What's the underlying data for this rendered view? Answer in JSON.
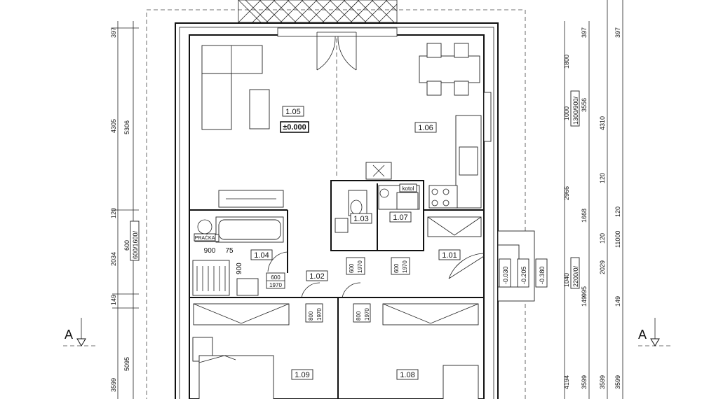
{
  "rooms": {
    "r105": "1.05",
    "r106": "1.06",
    "r103": "1.03",
    "r107": "1.07",
    "r104": "1.04",
    "r102": "1.02",
    "r101": "1.01",
    "r109": "1.09",
    "r108": "1.08"
  },
  "level_mark": "±0.000",
  "labels": {
    "kotol": "kotol",
    "pracka": "PRAČKA"
  },
  "section": {
    "left": "A",
    "right": "A"
  },
  "dims_left_outer": [
    "397",
    "5306",
    "600",
    "600/1600/",
    "2034",
    "149",
    "5095",
    "3599"
  ],
  "dims_left_inner": [
    "4305",
    "120"
  ],
  "dims_right_a": [
    "1800",
    "1000",
    "1300/900/",
    "3556",
    "2966",
    "1668",
    "1040",
    "2200/0/",
    "995",
    "2029",
    "149",
    "4194",
    "3599"
  ],
  "dims_right_b": [
    "397",
    "4310",
    "120",
    "120",
    "3599"
  ],
  "dims_right_c": [
    "397",
    "11000",
    "120",
    "149",
    "3599"
  ],
  "door_tags": [
    {
      "w": "600",
      "h": "1970"
    },
    {
      "w": "600",
      "h": "1970"
    },
    {
      "w": "600",
      "h": "1970"
    },
    {
      "w": "800",
      "h": "1970"
    },
    {
      "w": "800",
      "h": "1970"
    }
  ],
  "bath_dims": [
    "900",
    "75",
    "900"
  ],
  "ext_levels": [
    "-0.030",
    "-0.205",
    "-0.380"
  ]
}
